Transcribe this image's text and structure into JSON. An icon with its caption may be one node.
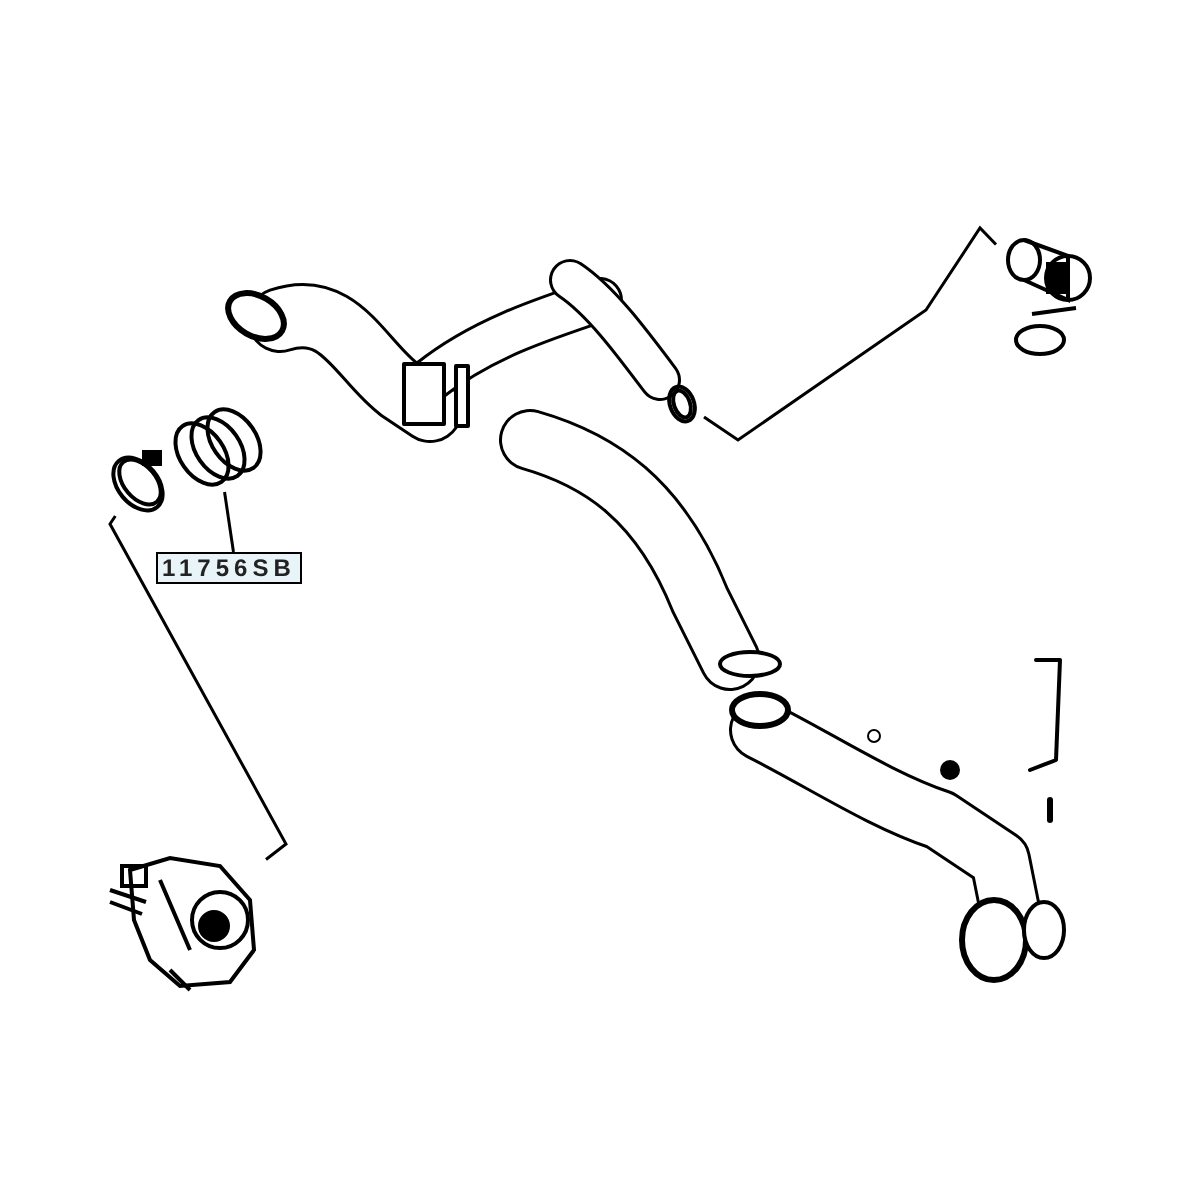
{
  "diagram": {
    "nodes": [
      {
        "text": [
          "11756SB"
        ]
      },
      {
        "text": [],
        "shape": "circle"
      },
      {
        "text": [],
        "shape": "picture"
      },
      {
        "text": [],
        "shape": "picture"
      },
      {
        "text": [],
        "shape": "circle"
      },
      {
        "text": [],
        "shape": "picture"
      }
    ],
    "edges": [
      {
        "from": 0,
        "to": 1,
        "arrow": "none"
      },
      {
        "from": 2,
        "to": 3,
        "arrow": "none"
      },
      {
        "from": 4,
        "to": 5,
        "arrow": "none"
      }
    ]
  }
}
